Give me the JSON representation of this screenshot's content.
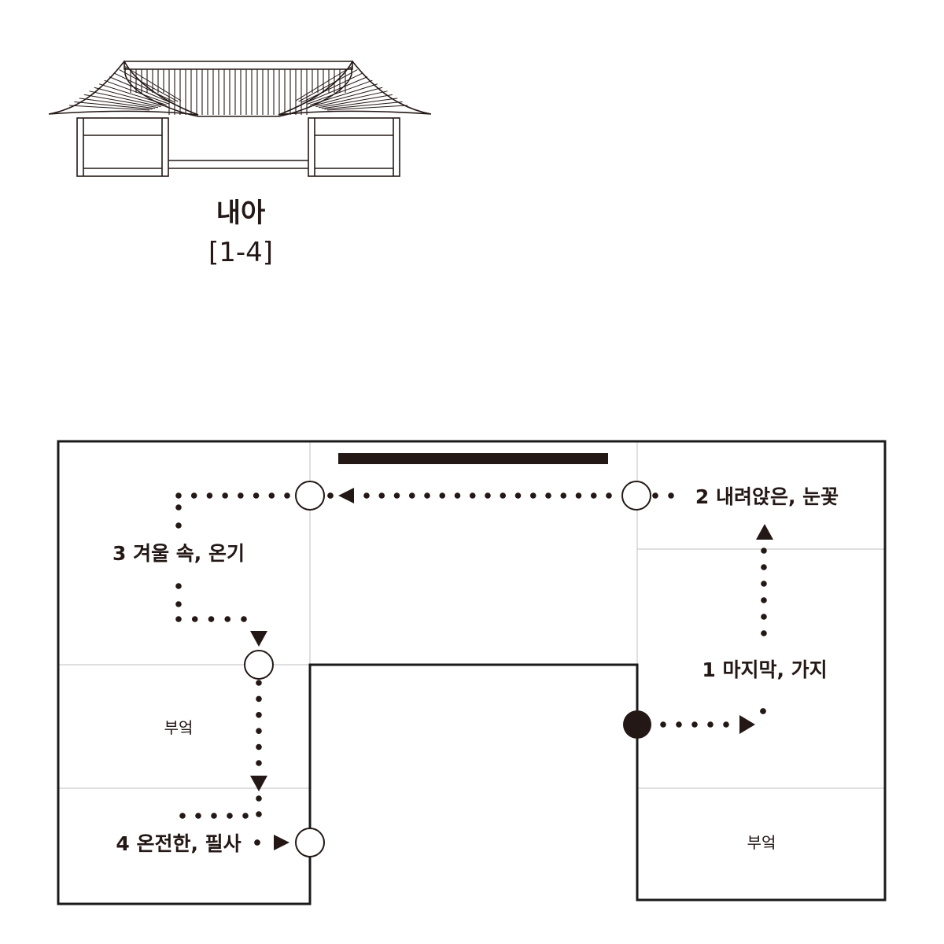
{
  "building": {
    "name": "내아",
    "range": "[1-4]"
  },
  "rooms": {
    "kitchen_left": "부엌",
    "kitchen_right": "부엌"
  },
  "stops": {
    "s1": "1 마지막, 가지",
    "s2": "2 내려앉은, 눈꽃",
    "s3": "3 겨울 속, 온기",
    "s4": "4 온전한, 필사"
  },
  "colors": {
    "ink": "#231815",
    "line": "#1a1a1a",
    "grid": "#cccccc"
  }
}
